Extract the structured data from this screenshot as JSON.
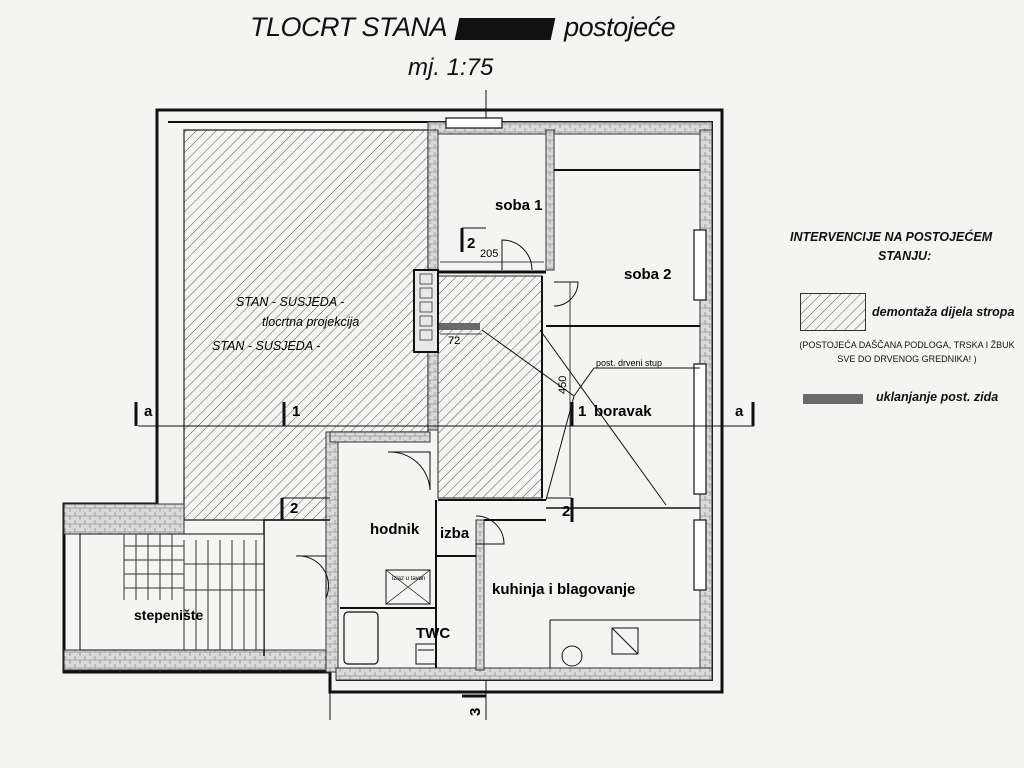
{
  "title": {
    "prefix": "TLOCRT STANA",
    "suffix": "postojeće",
    "scale": "mj. 1:75"
  },
  "rooms": {
    "soba1": "soba 1",
    "soba2": "soba 2",
    "boravak": "boravak",
    "hodnik": "hodnik",
    "izba": "izba",
    "kuhinja": "kuhinja i blagovanje",
    "twc": "TWC",
    "stepeniste": "stepenište",
    "stan_susjeda_1": "STAN - SUSJEDA -",
    "tlocrtna_projekcija": "tlocrtna projekcija",
    "stan_susjeda_2": "STAN - SUSJEDA -",
    "izlaz_u_tavan": "izlaz u tavan"
  },
  "annotations": {
    "dim_205": "205",
    "dim_72": "72",
    "dim_450": "450",
    "post_stup": "post. drveni stup",
    "section_a_left": "a",
    "section_a_right": "a",
    "section_1_left": "1",
    "section_1_right": "1",
    "section_2_top": "2",
    "section_2_left": "2",
    "section_2_right": "2",
    "section_3": "3"
  },
  "legend": {
    "title_line1": "INTERVENCIJE NA POSTOJEĆEM",
    "title_line2": "STANJU:",
    "hatch_label": "demontaža dijela stropa",
    "hatch_note_line1": "(POSTOJEĆA DAŠČANA PODLOGA, TRSKA I ŽBUK",
    "hatch_note_line2": "SVE DO DRVENOG GREDNIKA! )",
    "wall_label": "uklanjanje post. zida"
  },
  "colors": {
    "ink": "#111111",
    "wall_fill": "#cfcfcf",
    "removed_wall": "#6a6a6a",
    "paper": "#f4f4f2"
  }
}
